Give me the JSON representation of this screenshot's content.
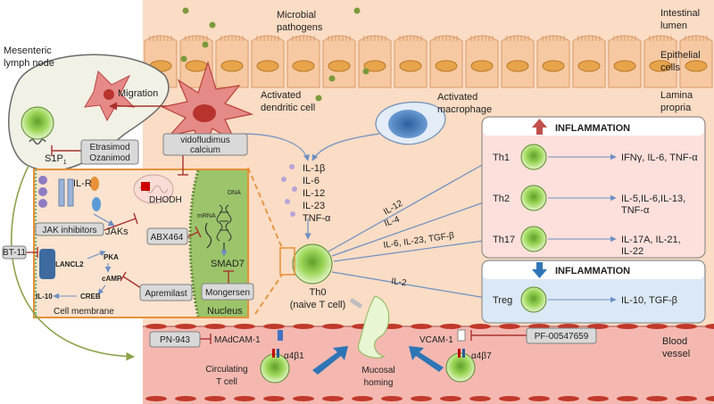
{
  "regions": {
    "intestinal_lumen": "Intestinal\nlumen",
    "epithelial_cells": "Epithelial\ncells",
    "lamina_propria": "Lamina\npropria",
    "blood_vessel": "Blood\nvessel",
    "mesenteric_lymph_node": "Mesenteric\nlymph node"
  },
  "labels": {
    "microbial_pathogens": "Microbial\npathogens",
    "activated_dc": "Activated\ndendritic cell",
    "activated_macrophage": "Activated\nmacrophage",
    "migration": "Migration",
    "s1p1": "S1P",
    "s1p1_sub": "1",
    "cytokines": [
      "IL-1β",
      "IL-6",
      "IL-12",
      "IL-23",
      "TNF-α"
    ],
    "th0": "Th0\n(naive T cell)",
    "circulating_t_cell": "Circulating\nT cell",
    "mucosal_homing": "Mucosal\nhoming",
    "madcam": "MAdCAM-1",
    "a4b1": "α4β1",
    "vcam": "VCAM-1",
    "a4b7": "α4β7"
  },
  "cell_box": {
    "il_r": "IL-R",
    "jaks": "JAKs",
    "dhodh": "DHODH",
    "lancl2": "LANCL2",
    "pka": "PKA",
    "camp": "cAMP",
    "creb": "CREB",
    "il10": "IL-10",
    "cell_membrane": "Cell membrane",
    "nucleus": "Nucleus",
    "dna": "DNA",
    "mrna": "mRNA",
    "smad7": "SMAD7"
  },
  "drugs": {
    "etrasimod_ozanimod": "Etrasimod\nOzanimod",
    "vidofludimus": "vidofludimus\ncalcium",
    "jak_inhibitors": "JAK inhibitors",
    "bt11": "BT-11",
    "abx464": "ABX464",
    "apremilast": "Apremilast",
    "mongersen": "Mongersen",
    "pn943": "PN-943",
    "pf00547659": "PF-00547659"
  },
  "differentiation": {
    "arrows": [
      "IL-12",
      "IL-4",
      "IL-6, IL-23, TGF-β",
      "IL-2"
    ],
    "inflammation_up": "INFLAMMATION",
    "inflammation_down": "INFLAMMATION",
    "subsets": [
      {
        "name": "Th1",
        "output": "IFNγ, IL-6, TNF-α"
      },
      {
        "name": "Th2",
        "output": "IL-5,IL-6,IL-13,\nTNF-α"
      },
      {
        "name": "Th17",
        "output": "IL-17A, IL-21,\nIL-22"
      },
      {
        "name": "Treg",
        "output": "IL-10, TGF-β"
      }
    ]
  },
  "colors": {
    "tissue": "#fbdcc4",
    "epithelium": "#f6c9a2",
    "nucleus": "#e8a44a",
    "vessel": "#f4b8b0",
    "inflam_up_box": "#fde0dc",
    "inflam_down_box": "#dbe8f6",
    "t_cell": "#8fd14f",
    "dc": "#e58a86",
    "macrophage": "#4f86c6",
    "drug_box": "#d9d9d9",
    "cell_box_border": "#e69138",
    "nucleus_region": "#9cc46a"
  }
}
